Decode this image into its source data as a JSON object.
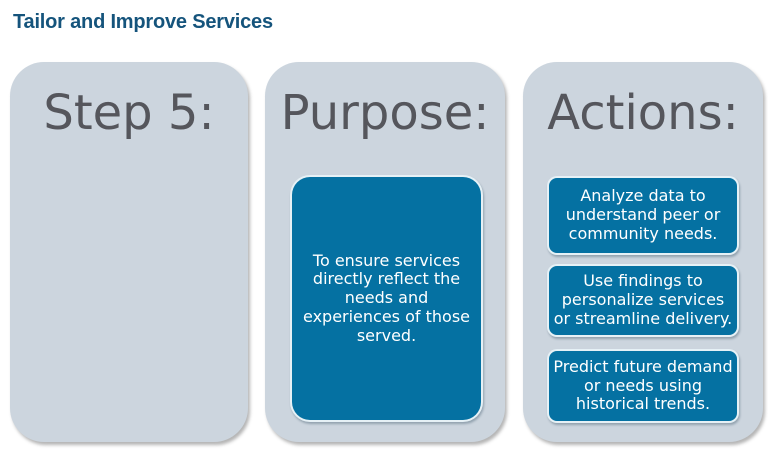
{
  "title": "Tailor and Improve Services",
  "panels": {
    "step": {
      "heading": "Step 5:"
    },
    "purpose": {
      "heading": "Purpose:",
      "box_text": "To ensure services\ndirectly reflect the\nneeds and\nexperiences of those\nserved."
    },
    "actions": {
      "heading": "Actions:",
      "boxes": [
        "Analyze data to\nunderstand peer or\ncommunity needs.",
        "Use findings to\npersonalize services\nor streamline delivery.",
        "Predict future demand\nor needs using\nhistorical trends."
      ]
    }
  },
  "colors": {
    "title_text": "#15547c",
    "panel_background": "#ccd5de",
    "heading_text": "#55565c",
    "box_background": "#0571a2",
    "box_border": "#f2f6f9",
    "box_text": "#ffffff"
  }
}
